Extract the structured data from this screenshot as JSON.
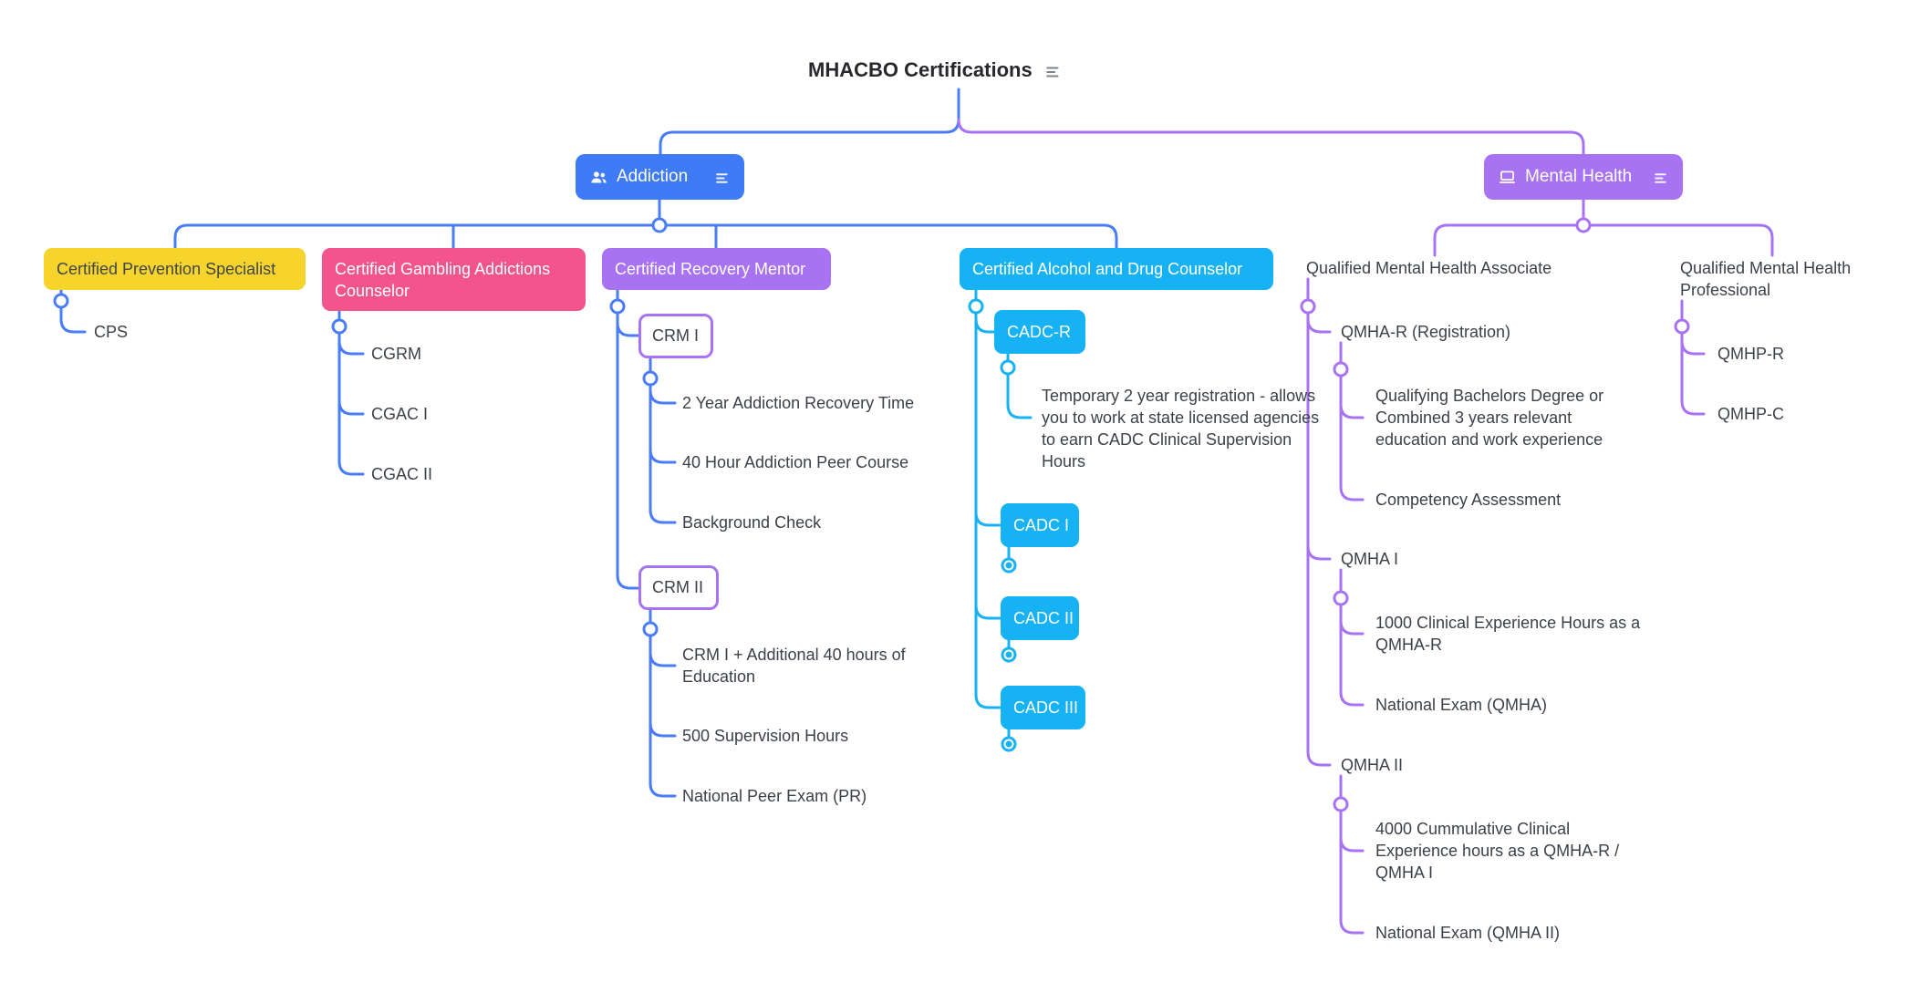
{
  "title": "MHACBO Certifications",
  "colors": {
    "blue": "#4a7cf8",
    "purple": "#a873f2",
    "yellow": "#f6d42c",
    "pink": "#f4548c",
    "cyan": "#16b2f4",
    "text_dark": "#3c4149"
  },
  "icons": {
    "title_notes": "notes-icon",
    "addiction_branch": "people-icon",
    "addiction_notes": "notes-icon",
    "mental_health_branch": "laptop-icon",
    "mental_health_notes": "notes-icon"
  },
  "branches": {
    "addiction": {
      "label": "Addiction"
    },
    "mental_health": {
      "label": "Mental Health"
    }
  },
  "addiction": {
    "prevention": {
      "label": "Certified Prevention Specialist",
      "items": [
        "CPS"
      ]
    },
    "gambling": {
      "label": "Certified Gambling Addictions Counselor",
      "items": [
        "CGRM",
        "CGAC I",
        "CGAC II"
      ]
    },
    "recovery": {
      "label": "Certified Recovery Mentor",
      "crm1": {
        "label": "CRM I",
        "items": [
          "2 Year Addiction Recovery Time",
          "40 Hour Addiction Peer Course",
          "Background Check"
        ]
      },
      "crm2": {
        "label": "CRM II",
        "items": [
          "CRM I + Additional 40 hours of Education",
          "500 Supervision Hours",
          "National Peer Exam (PR)"
        ]
      }
    },
    "cadc": {
      "label": "Certified Alcohol and Drug Counselor",
      "cadc_r": {
        "label": "CADC-R",
        "note": "Temporary 2 year registration - allows you to work at state licensed agencies to earn CADC Clinical Supervision Hours"
      },
      "cadc_1": {
        "label": "CADC I"
      },
      "cadc_2": {
        "label": "CADC II"
      },
      "cadc_3": {
        "label": "CADC III"
      }
    }
  },
  "mental_health": {
    "qmha": {
      "label": "Qualified Mental Health Associate",
      "qmha_r": {
        "label": "QMHA-R (Registration)",
        "items": [
          "Qualifying Bachelors Degree or Combined 3 years relevant education and work experience",
          "Competency Assessment"
        ]
      },
      "qmha_1": {
        "label": "QMHA I",
        "items": [
          "1000 Clinical Experience Hours as a QMHA-R",
          "National Exam (QMHA)"
        ]
      },
      "qmha_2": {
        "label": "QMHA II",
        "items": [
          "4000 Cummulative Clinical Experience hours as a QMHA-R / QMHA I",
          "National Exam (QMHA II)"
        ]
      }
    },
    "qmhp": {
      "label": "Qualified Mental Health Professional",
      "items": [
        "QMHP-R",
        "QMHP-C"
      ]
    }
  }
}
